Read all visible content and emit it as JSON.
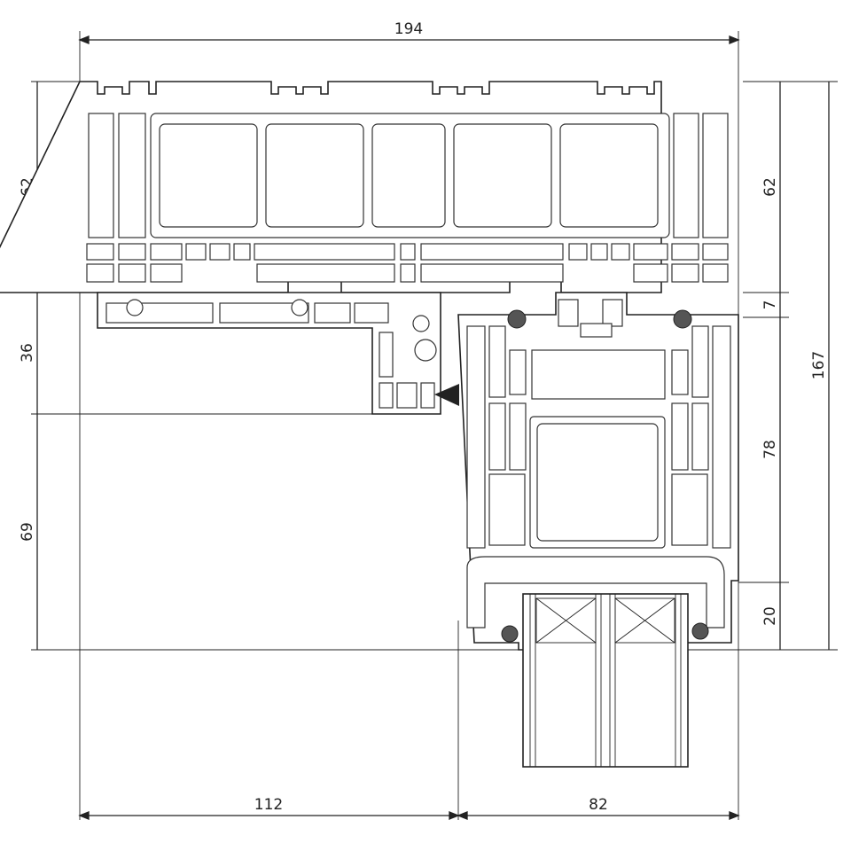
{
  "dimensions": {
    "overall_width": "194",
    "frame_height_left": "62",
    "frame_height_right": "62",
    "adapter_height": "36",
    "lower_left": "69",
    "gap": "7",
    "overall_height": "167",
    "sash_height": "78",
    "glass_rebate": "20",
    "bottom_left": "112",
    "bottom_right": "82"
  },
  "colors": {
    "line": "#222222",
    "seal": "#555555"
  }
}
